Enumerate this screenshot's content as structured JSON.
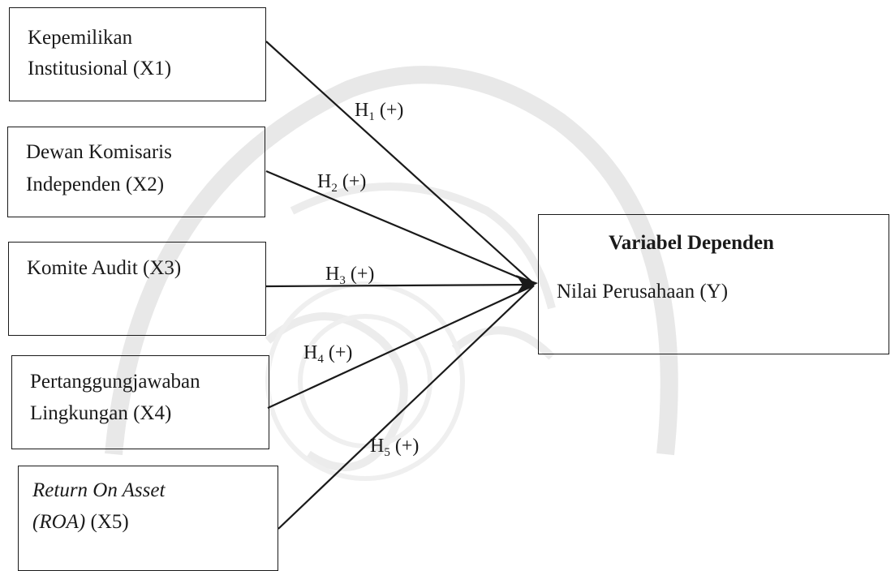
{
  "independents": [
    {
      "id": "x1",
      "line1": "Kepemilikan",
      "line2": "Institusional (X1)"
    },
    {
      "id": "x2",
      "line1": "Dewan Komisaris",
      "line2": "Independen (X2)"
    },
    {
      "id": "x3",
      "line1": "Komite Audit (X3)",
      "line2": ""
    },
    {
      "id": "x4",
      "line1": "Pertanggungjawaban",
      "line2": "Lingkungan (X4)"
    },
    {
      "id": "x5",
      "line1_italic": "Return On Asset",
      "line2_italic": "(ROA)",
      "line2_rest": " (X5)"
    }
  ],
  "dependent": {
    "title": "Variabel Dependen",
    "label": "Nilai Perusahaan (Y)"
  },
  "hypotheses": [
    {
      "letter": "H",
      "sub": "1",
      "sign": " (+)"
    },
    {
      "letter": "H",
      "sub": "2",
      "sign": " (+)"
    },
    {
      "letter": "H",
      "sub": "3",
      "sign": " (+)"
    },
    {
      "letter": "H",
      "sub": "4",
      "sign": " (+)"
    },
    {
      "letter": "H",
      "sub": "5",
      "sign": " (+)"
    }
  ],
  "colors": {
    "stroke": "#1a1a1a",
    "watermark": "#e6e6e6"
  }
}
